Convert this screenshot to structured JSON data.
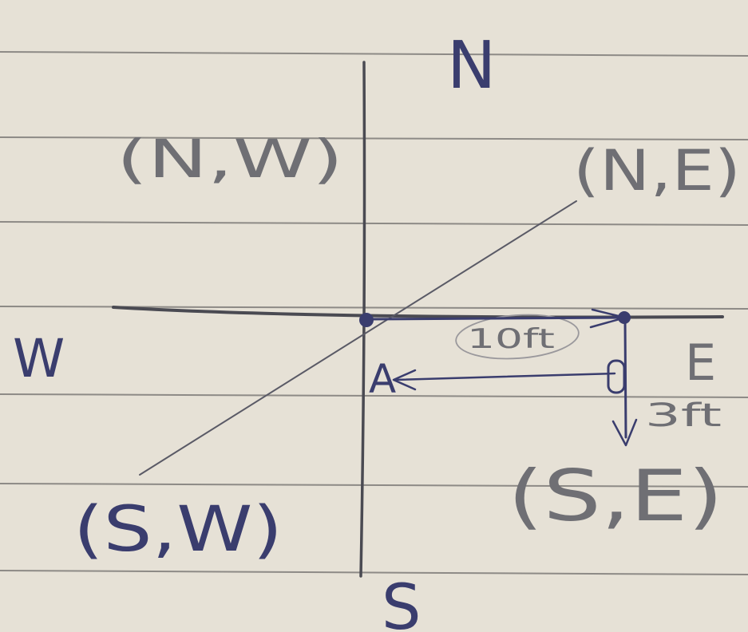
{
  "compass": {
    "north": "N",
    "south": "S",
    "east": "E",
    "west": "W"
  },
  "quadrants": {
    "north_west": "(N,W)",
    "north_east": "(N,E)",
    "south_east": "(S,E)",
    "south_west": "(S,W)"
  },
  "point_label": "A",
  "measurements": {
    "east_distance": "10ft",
    "south_distance": "3ft"
  },
  "colors": {
    "paper": "#e6e1d6",
    "ruled_line": "#8d8a86",
    "pencil": "#6f6f74",
    "ink": "#3a3d6e"
  }
}
